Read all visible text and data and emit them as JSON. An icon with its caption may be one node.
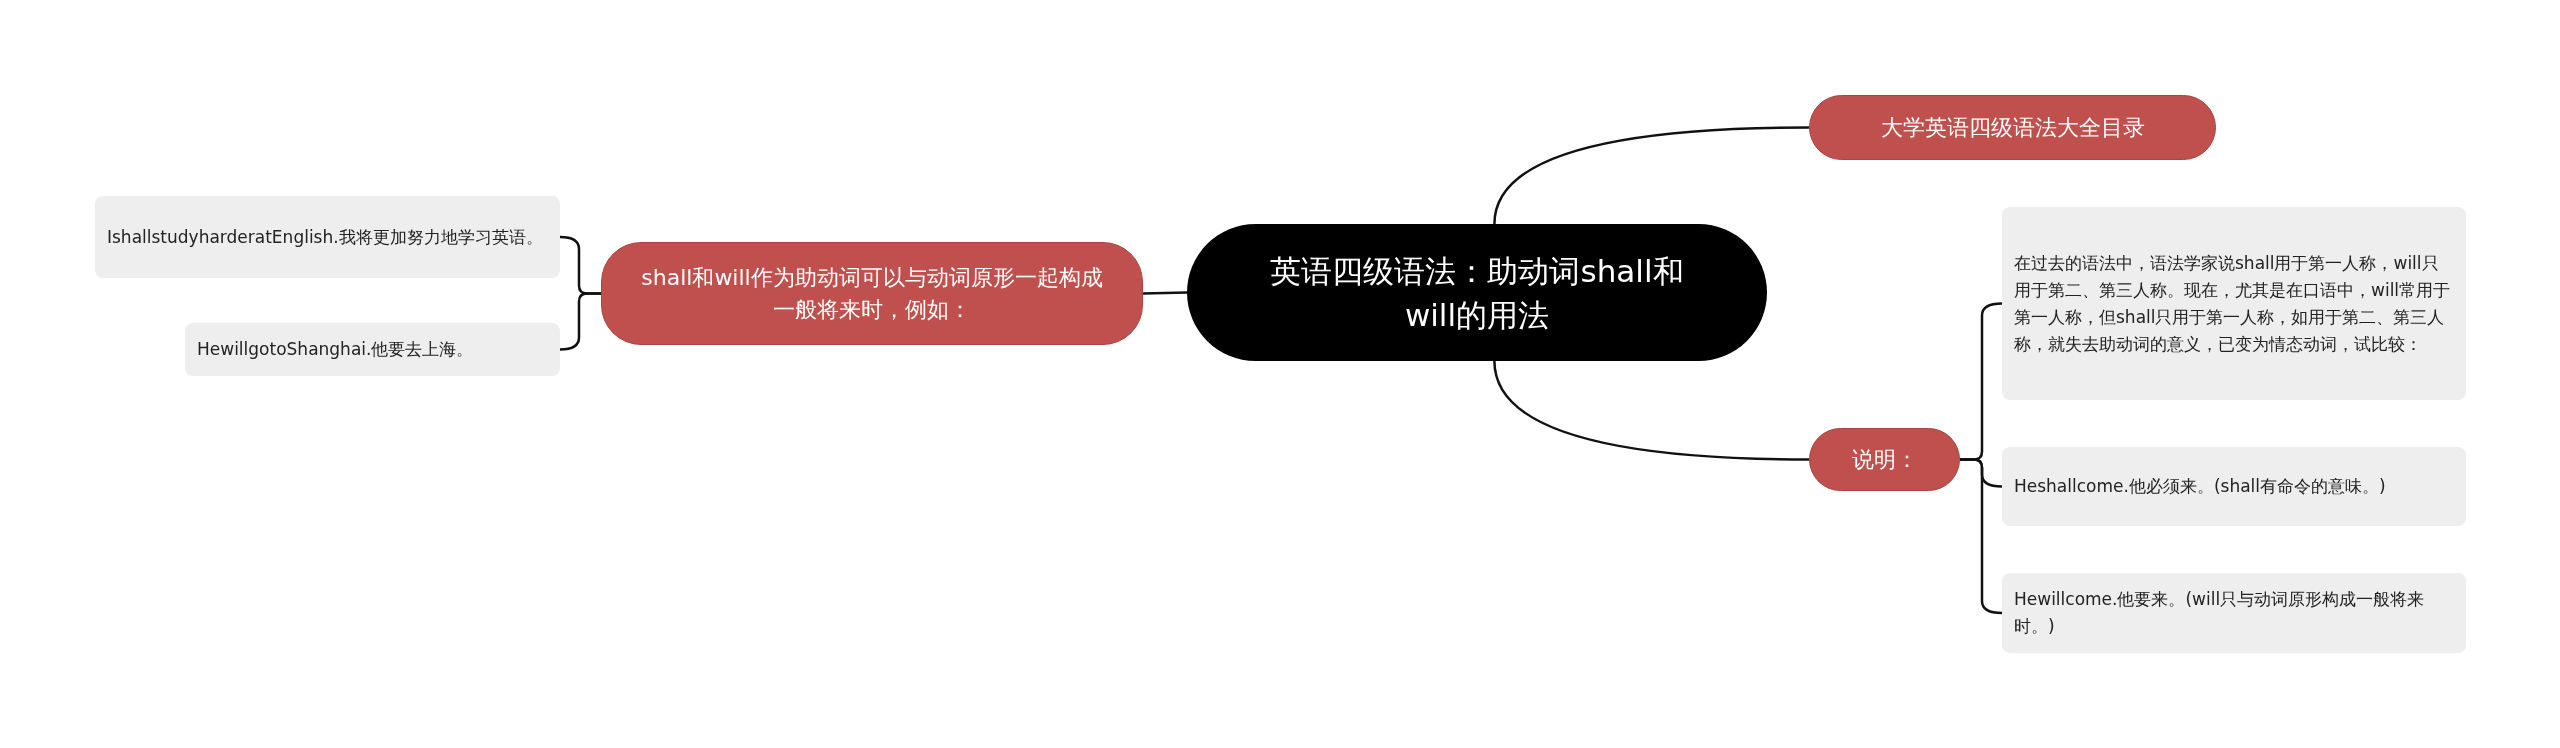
{
  "diagram": {
    "nodes": [
      {
        "text": [
          "英语四级语法：助动词shall和will的用法"
        ]
      },
      {
        "text": [
          "大学英语四级语法大全目录"
        ]
      },
      {
        "text": [
          "说明："
        ]
      },
      {
        "text": [
          "在过去的语法中，语法学家说shall用于第一人称，will只用于第二、第三人称。现在，尤其是在口语中，will常用于第一人称，但shall只用于第一人称，如用于第二、第三人称，就失去助动词的意义，已变为情态动词，试比较："
        ]
      },
      {
        "text": [
          "Heshallcome.他必须来。(shall有命令的意味。)"
        ]
      },
      {
        "text": [
          "Hewillcome.他要来。(will只与动词原形构成一般将来时。)"
        ]
      },
      {
        "text": [
          "shall和will作为助动词可以与动词原形一起构成一般将来时，例如："
        ]
      },
      {
        "text": [
          "IshallstudyharderatEnglish.我将更加努力地学习英语。"
        ]
      },
      {
        "text": [
          "HewillgotoShanghai.他要去上海。"
        ]
      }
    ],
    "edges": [
      {
        "from": 0,
        "to": 1,
        "arrow": "none"
      },
      {
        "from": 0,
        "to": 2,
        "arrow": "none"
      },
      {
        "from": 2,
        "to": 3,
        "arrow": "none"
      },
      {
        "from": 2,
        "to": 4,
        "arrow": "none"
      },
      {
        "from": 2,
        "to": 5,
        "arrow": "none"
      },
      {
        "from": 0,
        "to": 6,
        "arrow": "none"
      },
      {
        "from": 6,
        "to": 7,
        "arrow": "none"
      },
      {
        "from": 6,
        "to": 8,
        "arrow": "none"
      }
    ]
  }
}
